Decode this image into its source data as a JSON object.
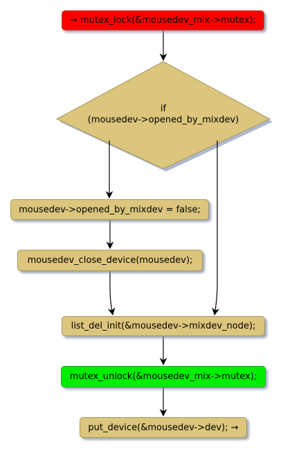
{
  "diagram": {
    "colors": {
      "default_fill": "#dcc57c",
      "start_fill": "#ff0000",
      "end_fill": "#00ee00",
      "border": "#a8985e",
      "edge": "#000000"
    },
    "nodes": {
      "lock": {
        "label": "→ mutex_lock(&mousedev_mix->mutex);",
        "fill": "#ff0000"
      },
      "decision": {
        "keyword": "if",
        "condition": "(mousedev->opened_by_mixdev)",
        "fill": "#dcc57c"
      },
      "set_flag": {
        "label": "mousedev->opened_by_mixdev = false;",
        "fill": "#dcc57c"
      },
      "close_device": {
        "label": "mousedev_close_device(mousedev);",
        "fill": "#dcc57c"
      },
      "list_del": {
        "label": "list_del_init(&mousedev->mixdev_node);",
        "fill": "#dcc57c"
      },
      "unlock": {
        "label": "mutex_unlock(&mousedev_mix->mutex);",
        "fill": "#00ee00"
      },
      "put_device": {
        "label": "put_device(&mousedev->dev); →",
        "fill": "#dcc57c"
      }
    }
  }
}
